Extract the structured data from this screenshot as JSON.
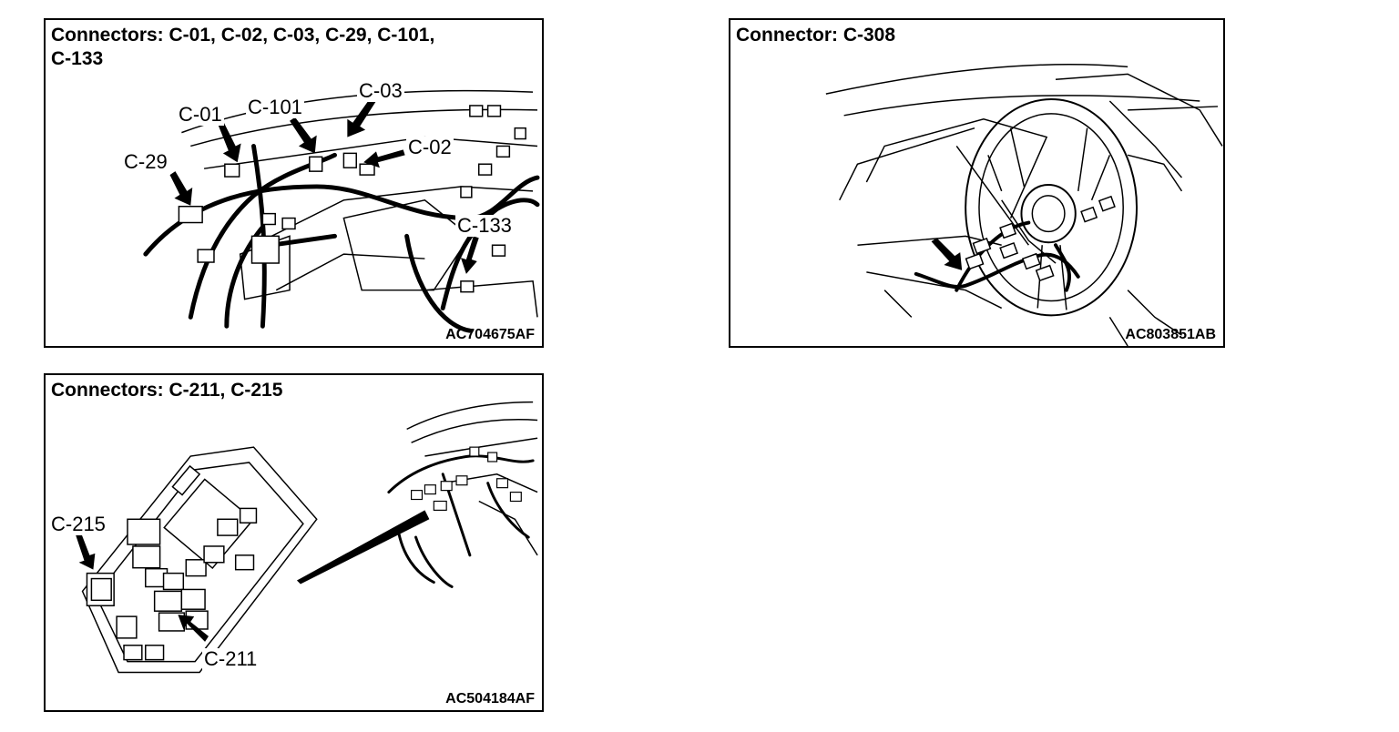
{
  "panels": {
    "p1": {
      "title_line1": "Connectors: C-01, C-02, C-03, C-29, C-101,",
      "title_line2": "C-133",
      "code": "AC704675AF",
      "callouts": {
        "c01": "C-01",
        "c101": "C-101",
        "c03": "C-03",
        "c02": "C-02",
        "c29": "C-29",
        "c133": "C-133"
      }
    },
    "p2": {
      "title": "Connector: C-308",
      "code": "AC803851AB"
    },
    "p3": {
      "title": "Connectors: C-211, C-215",
      "code": "AC504184AF",
      "callouts": {
        "c215": "C-215",
        "c211": "C-211"
      }
    }
  },
  "colors": {
    "line": "#000000",
    "background": "#ffffff"
  }
}
